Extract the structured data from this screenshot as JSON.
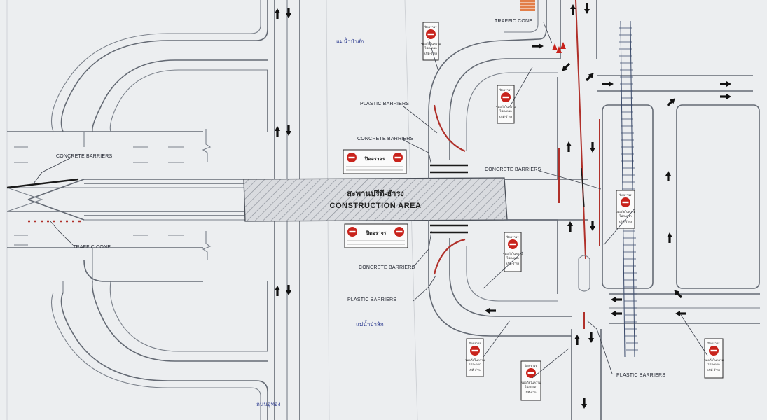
{
  "construction": {
    "thai_title": "สะพานปรีดี-ธำรง",
    "title": "CONSTRUCTION AREA"
  },
  "labels": {
    "concrete_barriers": "CONCRETE BARRIERS",
    "traffic_cone": "TRAFFIC CONE",
    "plastic_barriers": "PLASTIC BARRIERS"
  },
  "place_names": {
    "river_top": "แม่น้ำป่าสัก",
    "river_bottom": "แม่น้ำป่าสัก",
    "road_bottom": "ถนนอู่ทอง"
  },
  "signs": {
    "road_closed": "ปิดจราจร",
    "small_header": "ปิดจราจร",
    "small_line1": "ขออภัยในความ",
    "small_line2": "ไม่สะดวก",
    "small_line3": "ปริดี-ธำรง"
  },
  "colors": {
    "background": "#eceef0",
    "road_lines": "#646a74",
    "barrier_red": "#b0302a",
    "sign_red": "#c8231c"
  }
}
